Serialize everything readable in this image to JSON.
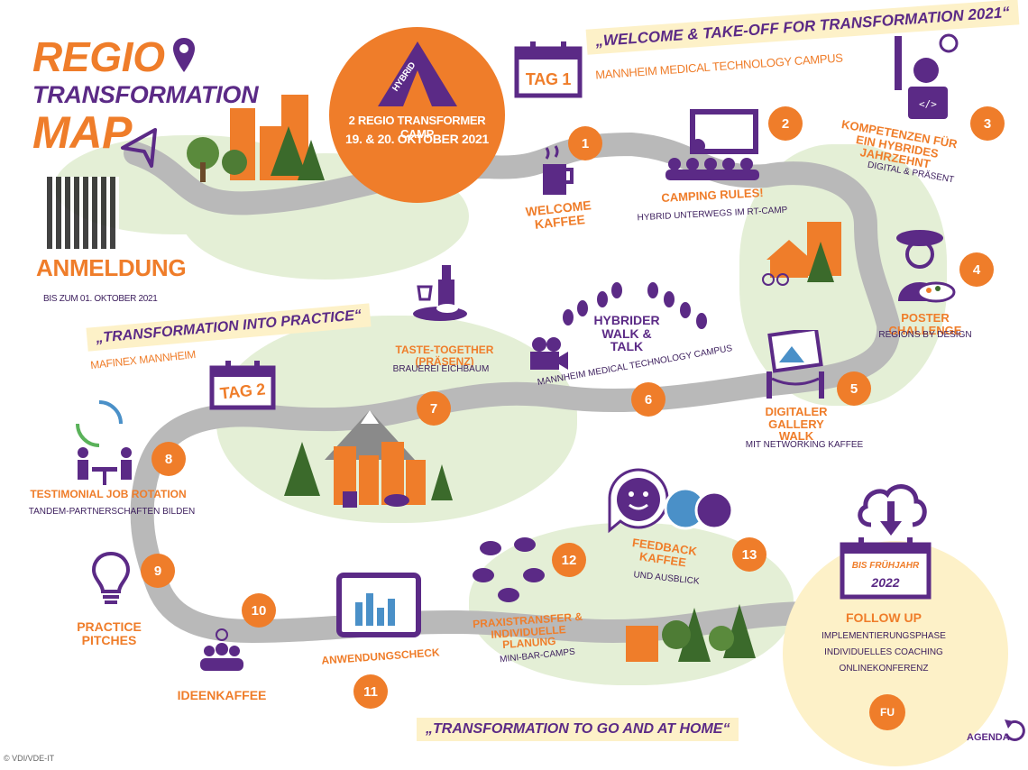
{
  "title": {
    "line1": "REGIO",
    "line2": "TRANSFORMATION",
    "line3": "MAP"
  },
  "registration": {
    "label": "ANMELDUNG",
    "deadline": "BIS ZUM 01. OKTOBER 2021"
  },
  "camp_badge": {
    "tent_label": "HYBRID",
    "name": "2 REGIO TRANSFORMER CAMP",
    "dates": "19. & 20. OKTOBER 2021"
  },
  "day1": {
    "tag": "TAG 1",
    "banner": "„WELCOME & TAKE-OFF FOR TRANSFORMATION 2021“",
    "location": "MANNHEIM MEDICAL TECHNOLOGY CAMPUS"
  },
  "day2": {
    "tag": "TAG 2",
    "banner": "„TRANSFORMATION INTO PRACTICE“",
    "location": "MAFINEX MANNHEIM"
  },
  "bottom_banner": "„TRANSFORMATION TO GO AND AT HOME“",
  "stations": [
    {
      "num": "1",
      "title": "WELCOME KAFFEE",
      "sub": ""
    },
    {
      "num": "2",
      "title": "CAMPING RULES!",
      "sub": "HYBRID UNTERWEGS IM RT-CAMP"
    },
    {
      "num": "3",
      "title": "KOMPETENZEN FÜR EIN HYBRIDES JAHRZEHNT",
      "sub": "DIGITAL & PRÄSENT"
    },
    {
      "num": "4",
      "title": "POSTER CHALLENGE",
      "sub": "REGIONS BY DESIGN"
    },
    {
      "num": "5",
      "title": "DIGITALER GALLERY WALK",
      "sub": "MIT NETWORKING KAFFEE"
    },
    {
      "num": "6",
      "title": "HYBRIDER WALK & TALK",
      "sub": "MANNHEIM MEDICAL TECHNOLOGY CAMPUS"
    },
    {
      "num": "7",
      "title": "TASTE-TOGETHER (PRÄSENZ)",
      "sub": "BRAUEREI EICHBAUM"
    },
    {
      "num": "8",
      "title": "TESTIMONIAL JOB ROTATION",
      "sub": "TANDEM-PARTNERSCHAFTEN BILDEN"
    },
    {
      "num": "9",
      "title": "PRACTICE PITCHES",
      "sub": ""
    },
    {
      "num": "10",
      "title": "IDEENKAFFEE",
      "sub": ""
    },
    {
      "num": "11",
      "title": "ANWENDUNGSCHECK",
      "sub": ""
    },
    {
      "num": "12",
      "title": "PRAXISTRANSFER & INDIVIDUELLE PLANUNG",
      "sub": "MINI-BAR-CAMPS"
    },
    {
      "num": "13",
      "title": "FEEDBACK KAFFEE",
      "sub": "UND AUSBLICK"
    }
  ],
  "follow_up": {
    "badge": "BIS FRÜHJAHR",
    "year": "2022",
    "title": "FOLLOW UP",
    "items": [
      "IMPLEMENTIERUNGSPHASE",
      "INDIVIDUELLES COACHING",
      "ONLINEKONFERENZ"
    ],
    "num": "FU"
  },
  "agenda": "AGENDA",
  "copyright": "© VDI/VDE-IT",
  "colors": {
    "orange": "#ef7d2a",
    "purple": "#5b2a86",
    "green": "#e4efd6",
    "road": "#b9b9b9",
    "banner": "#fdf1c8"
  }
}
